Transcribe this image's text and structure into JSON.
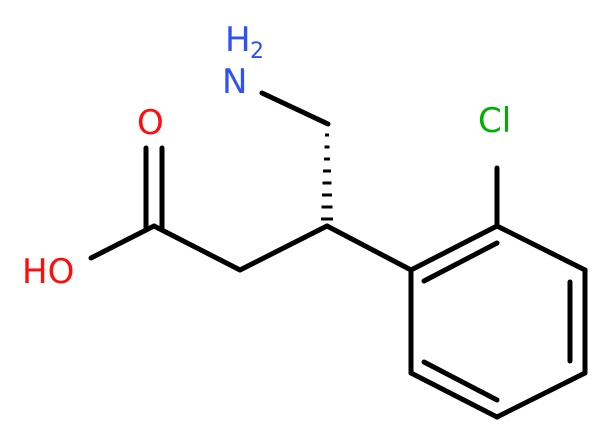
{
  "molecule": {
    "atoms": {
      "amine": {
        "symbol": "H",
        "subscript": "2",
        "symbol2": "N",
        "color": "#3050F8"
      },
      "chlorine": {
        "symbol": "Cl",
        "color": "#00B000"
      },
      "carbonyl_oxygen": {
        "symbol": "O",
        "color": "#FF0D0D"
      },
      "hydroxyl": {
        "symbol": "HO",
        "color": "#FF0D0D"
      }
    },
    "bond_color": "#000000"
  }
}
